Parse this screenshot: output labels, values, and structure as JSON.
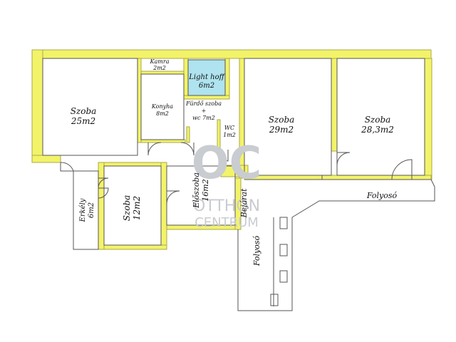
{
  "rooms": {
    "szoba1": {
      "name": "Szoba",
      "area": "25m2"
    },
    "kamra": {
      "name": "Kamra",
      "area": "2m2"
    },
    "light_hoff": {
      "name": "Light hoff",
      "area": "6m2"
    },
    "konyha": {
      "name": "Konyha",
      "area": "8m2"
    },
    "furdo": {
      "name": "Fürdő szoba",
      "plus": "+",
      "wc": "wc  7m2"
    },
    "wc": {
      "name": "WC",
      "area": "1m2"
    },
    "szoba2": {
      "name": "Szoba",
      "area": "29m2"
    },
    "szoba3": {
      "name": "Szoba",
      "area": "28,3m2"
    },
    "szoba4": {
      "name": "Szoba",
      "area": "12m2"
    },
    "erkely": {
      "name": "Erkély",
      "area": "6m2"
    },
    "eloszoba": {
      "name": "Előszoba",
      "area": "16m2"
    },
    "bejarat": {
      "name": "Bejárat"
    },
    "folyoso1": {
      "name": "Folyosó"
    },
    "folyoso2": {
      "name": "Folyosó"
    }
  },
  "watermark": {
    "logo": "OC",
    "line1": "OTTHON",
    "line2": "CENTRUM"
  },
  "colors": {
    "wall": "#f3f36a",
    "wall_stroke": "#a9a94a",
    "light_hoff": "#aee3ef",
    "line": "#555555"
  }
}
